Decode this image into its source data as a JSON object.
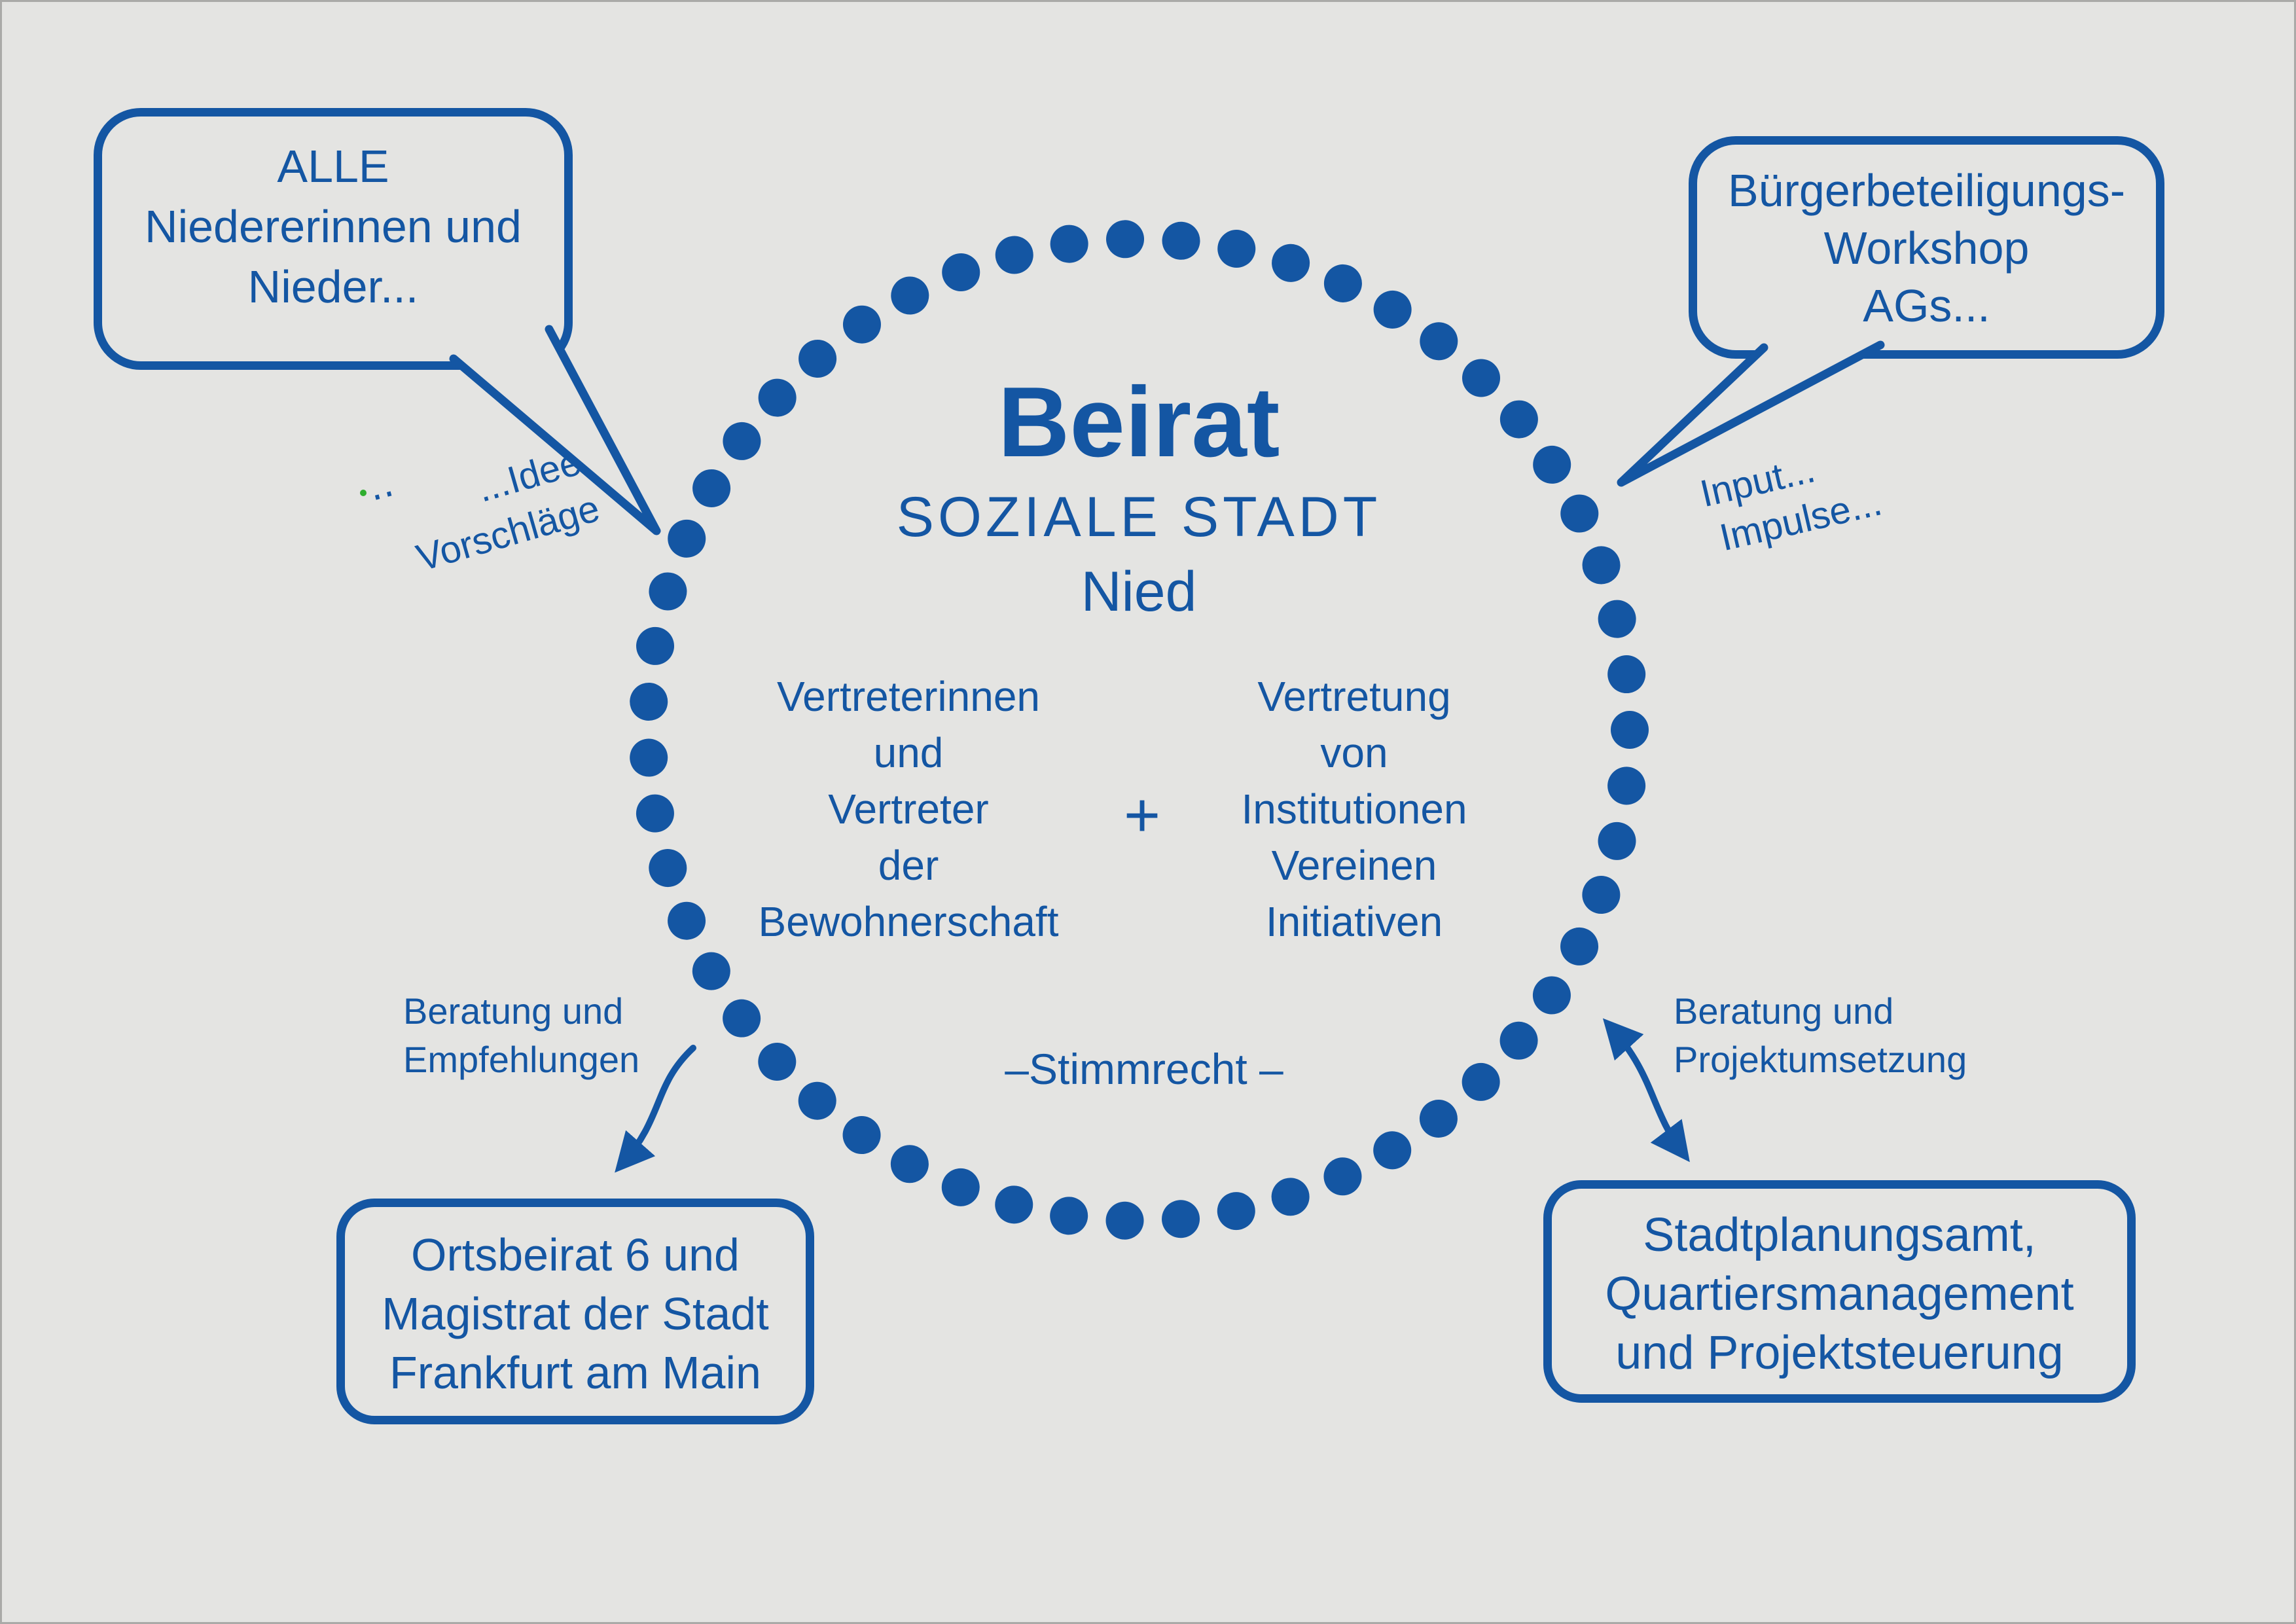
{
  "colors": {
    "blue": "#1456a3",
    "background": "#e4e4e2",
    "green": "#2fae2f"
  },
  "center": {
    "title": "Beirat",
    "subtitle_line1": "SOZIALE STADT",
    "subtitle_line2": "Nied",
    "left_column": {
      "lines": [
        "Vertreterinnen",
        "und",
        "Vertreter",
        "der",
        "Bewohnerschaft"
      ]
    },
    "plus": "+",
    "right_column": {
      "lines": [
        "Vertretung",
        "von",
        "Institutionen",
        "Vereinen",
        "Initiativen"
      ]
    },
    "voting_label": "–Stimmrecht  –"
  },
  "bubbles": {
    "top_left": {
      "lines": [
        "ALLE",
        "Niedererinnen und",
        "Nieder..."
      ]
    },
    "top_right": {
      "lines": [
        "Bürgerbeteiligungs-",
        "Workshop",
        "AGs..."
      ]
    }
  },
  "boxes": {
    "bottom_left": {
      "lines": [
        "Ortsbeirat 6 und",
        "Magistrat der Stadt",
        "Frankfurt am Main"
      ]
    },
    "bottom_right": {
      "lines": [
        "Stadtplanungsamt,",
        "Quartiersmanagement",
        "und Projektsteuerung"
      ]
    }
  },
  "annotations": {
    "ideen": {
      "line1": "...Ideen",
      "line2": "Vorschläge",
      "marks": "‥"
    },
    "input": {
      "line1": "Input...",
      "line2": "Impulse..."
    },
    "left_arrow_label": {
      "line1": "Beratung und",
      "line2": "Empfehlungen"
    },
    "right_arrow_label": {
      "line1": "Beratung und",
      "line2": "Projektumsetzung"
    }
  }
}
